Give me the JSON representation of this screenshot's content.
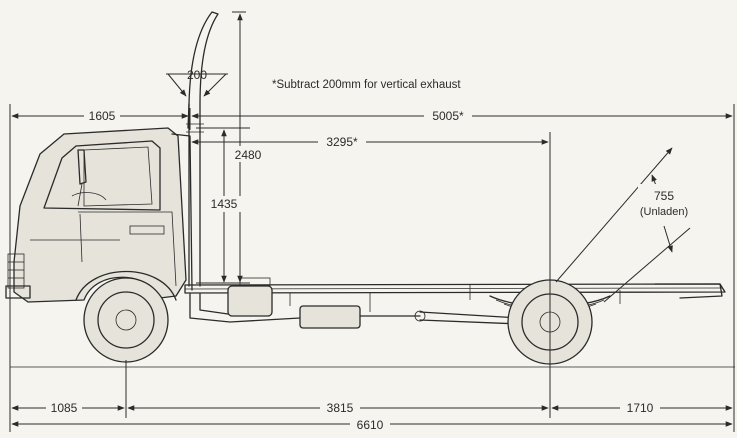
{
  "note": "*Subtract 200mm for vertical exhaust",
  "dimensions": {
    "exhaust_width": "200",
    "cab_length": "1605",
    "cab_back_to_end": "5005*",
    "cab_back_to_rear_axle": "3295*",
    "overall_height": "2480",
    "frame_to_cab_top": "1435",
    "chassis_rise": "755",
    "chassis_rise_note": "(Unladen)",
    "front_overhang": "1085",
    "wheelbase": "3815",
    "rear_overhang": "1710",
    "overall_length": "6610"
  },
  "colors": {
    "ink": "#2b2b2b",
    "paper": "#f6f4ee"
  }
}
